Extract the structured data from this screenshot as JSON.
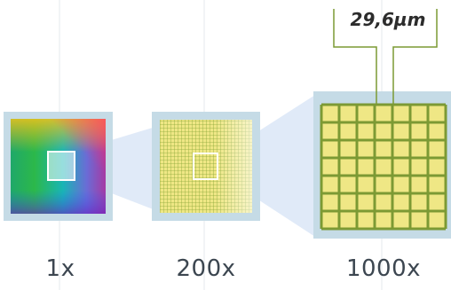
{
  "zoom_levels": [
    {
      "id": "1x",
      "label": "1x"
    },
    {
      "id": "200x",
      "label": "200x"
    },
    {
      "id": "1000x",
      "label": "1000x"
    }
  ],
  "measurement": {
    "label": "29,6µm"
  },
  "pixel_grid": {
    "columns": 7,
    "rows": 7
  },
  "colors": {
    "frame": "#c5dbe6",
    "pixel_fill": "#efe785",
    "pixel_line": "#7c9a34",
    "connector_fill": "#dde8f7",
    "label_text": "#3c4650",
    "guide_line": "#e6eaee"
  }
}
